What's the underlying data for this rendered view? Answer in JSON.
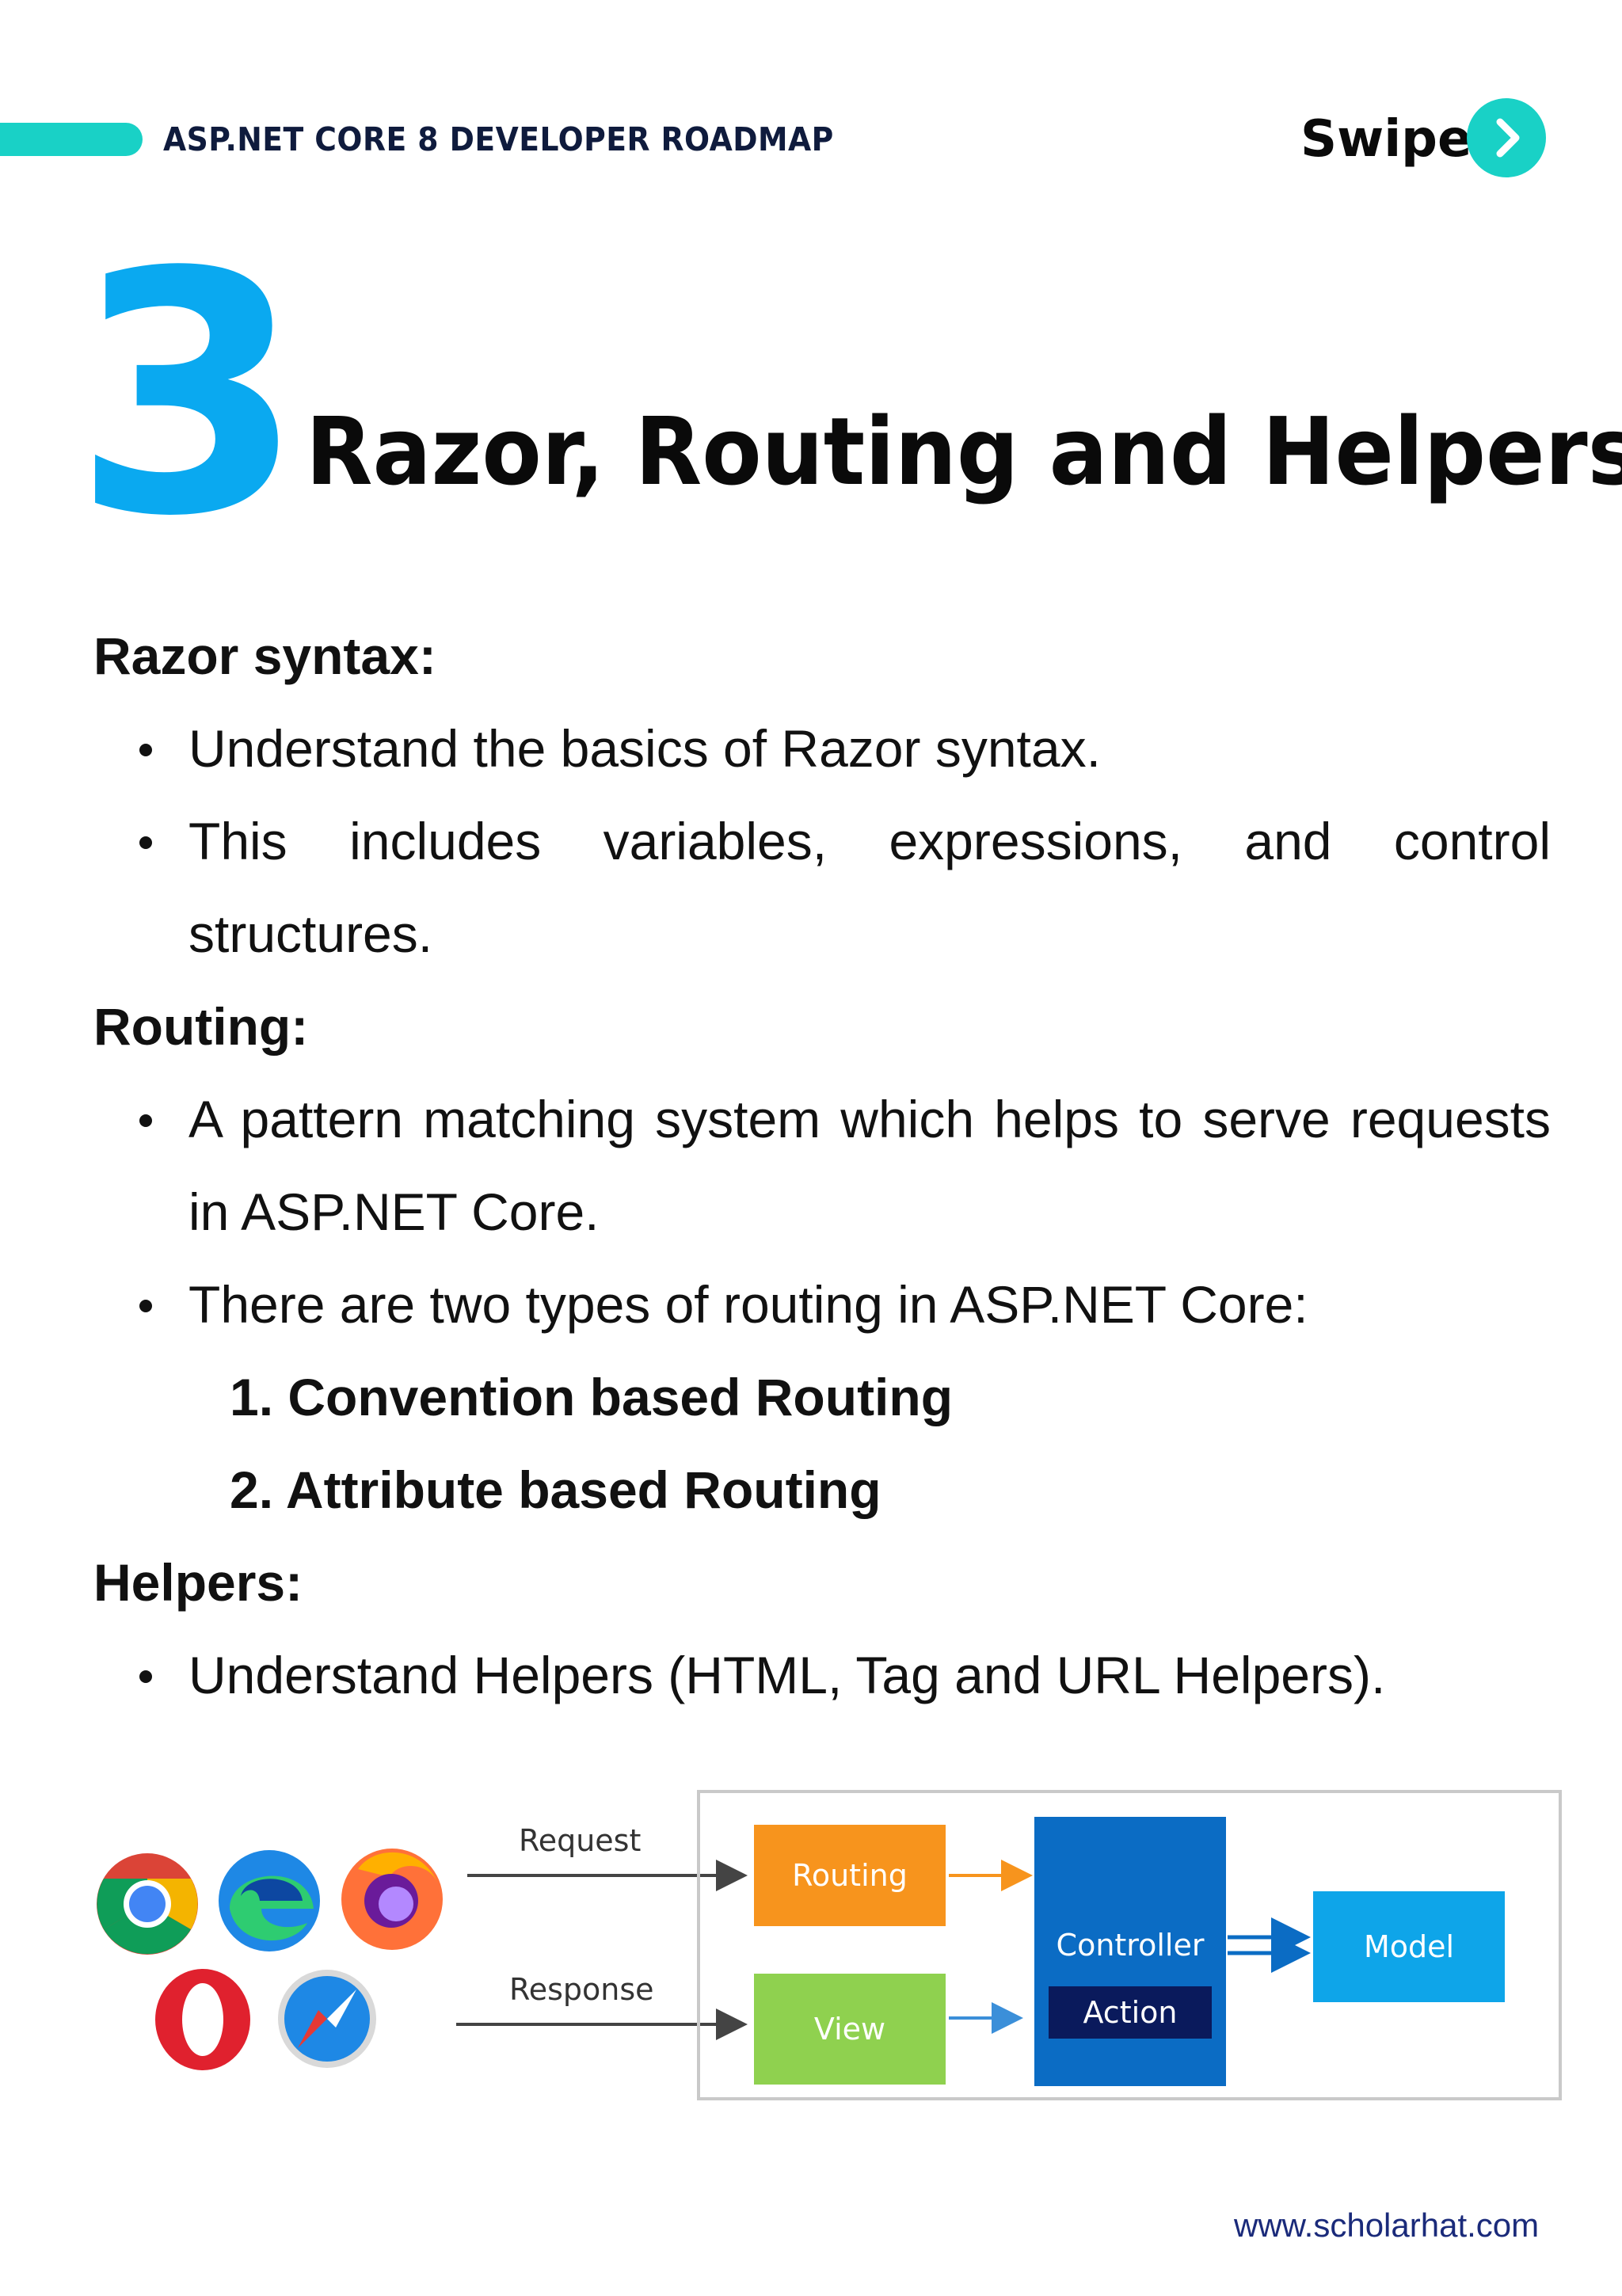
{
  "header": {
    "roadmap_title": "ASP.NET CORE 8 DEVELOPER ROADMAP",
    "swipe_label": "Swipe",
    "accent_color": "#19d1c6"
  },
  "main": {
    "step_number": "3",
    "title": "Razor, Routing and Helpers",
    "number_color": "#0aa9f0"
  },
  "sections": [
    {
      "heading": "Razor syntax:",
      "bullets": [
        "Understand the basics of Razor syntax.",
        "This includes variables, expressions, and control structures."
      ]
    },
    {
      "heading": "Routing:",
      "bullets": [
        "A pattern matching system which helps to serve requests in ASP.NET Core.",
        "There are two types of routing in ASP.NET Core:"
      ],
      "numbered": [
        "1. Convention based Routing",
        "2. Attribute based Routing"
      ]
    },
    {
      "heading": "Helpers:",
      "bullets": [
        "Understand Helpers (HTML, Tag and URL Helpers)."
      ]
    }
  ],
  "diagram": {
    "request_label": "Request",
    "response_label": "Response",
    "routing_label": "Routing",
    "view_label": "View",
    "controller_label": "Controller",
    "action_label": "Action",
    "model_label": "Model",
    "browsers": [
      "chrome-icon",
      "edge-icon",
      "firefox-icon",
      "opera-icon",
      "safari-icon"
    ]
  },
  "footer": {
    "url": "www.scholarhat.com"
  }
}
